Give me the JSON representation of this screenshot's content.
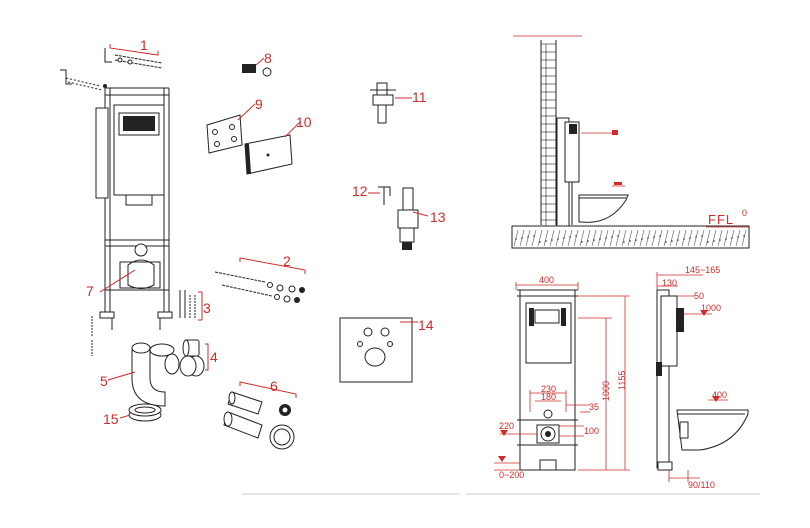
{
  "parts": {
    "p1": "1",
    "p2": "2",
    "p3": "3",
    "p4": "4",
    "p5": "5",
    "p6": "6",
    "p7": "7",
    "p8": "8",
    "p9": "9",
    "p10": "10",
    "p11": "11",
    "p12": "12",
    "p13": "13",
    "p14": "14",
    "p15": "15"
  },
  "section_view": {
    "floor_label": "FFL",
    "floor_value": "0"
  },
  "front_view": {
    "width": "400",
    "h1000": "1000",
    "h1155": "1155",
    "w230": "230",
    "w180": "180",
    "d35": "35",
    "h220": "220",
    "h100": "100",
    "h0_200": "0~200"
  },
  "side_view": {
    "d145_165": "145~165",
    "d130": "130",
    "d50": "50",
    "h1000": "1000",
    "h400": "400",
    "d90_110": "90/110"
  },
  "colors": {
    "annotation": "#d22a2a",
    "line": "#222222"
  }
}
